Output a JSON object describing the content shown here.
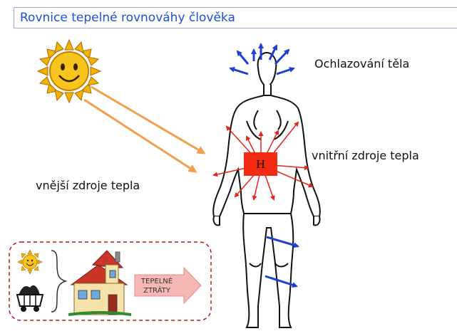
{
  "title": "Rovnice tepelné rovnováhy člověka",
  "labels": {
    "cooling": "Ochlazování těla",
    "internal_sources": "vnitřní zdroje tepla",
    "external_sources": "vnější zdroje tepla",
    "heat_symbol": "H",
    "heat_loss_line1": "TEPELNÉ",
    "heat_loss_line2": "ZTRÁTY"
  },
  "colors": {
    "title_text": "#1f4fd8",
    "cooling_arrows": "#1f3fd0",
    "heat_arrows": "#e8221a",
    "sun_rays_arrows": "#f0a050",
    "heat_box": "#f32b12",
    "legend_border": "#c0151a",
    "heat_loss_arrow": "#f6b8b4"
  },
  "icons": {
    "sun": "sun-icon",
    "body": "human-body-outline",
    "house": "house-icon",
    "coal_cart": "coal-cart-icon"
  }
}
